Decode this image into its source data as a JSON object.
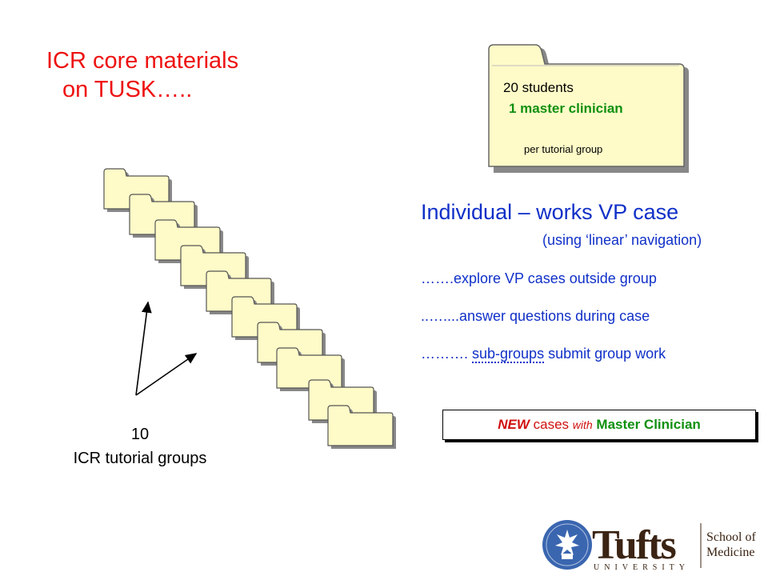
{
  "title": {
    "line1": "ICR core materials",
    "line2": "on TUSK….."
  },
  "tutorial_folder": {
    "students": "20 students",
    "clinician": "1  master clinician",
    "per_group": "per tutorial group"
  },
  "individual": {
    "heading": "Individual – works VP case",
    "navigation": "(using ‘linear’ navigation)",
    "explore": "…….explore VP cases outside group",
    "answer": "..…....answer questions during case",
    "subgroups_prefix": "………. ",
    "subgroups_word": "sub-groups",
    "subgroups_suffix": " submit group work"
  },
  "new_cases": {
    "new": "NEW",
    "cases": "cases",
    "with": "with",
    "master": "Master Clinician"
  },
  "groups": {
    "count": "10",
    "label": "ICR tutorial groups"
  },
  "logo": {
    "brand": "Tufts",
    "university": "UNIVERSITY",
    "school_line1": "School of",
    "school_line2": "Medicine",
    "colors": {
      "blue": "#3a66b0",
      "brown": "#3b2413"
    }
  },
  "colors": {
    "title_red": "#ee1111",
    "body_blue": "#1030c8",
    "green": "#109010",
    "folder": "#fffbc8"
  }
}
